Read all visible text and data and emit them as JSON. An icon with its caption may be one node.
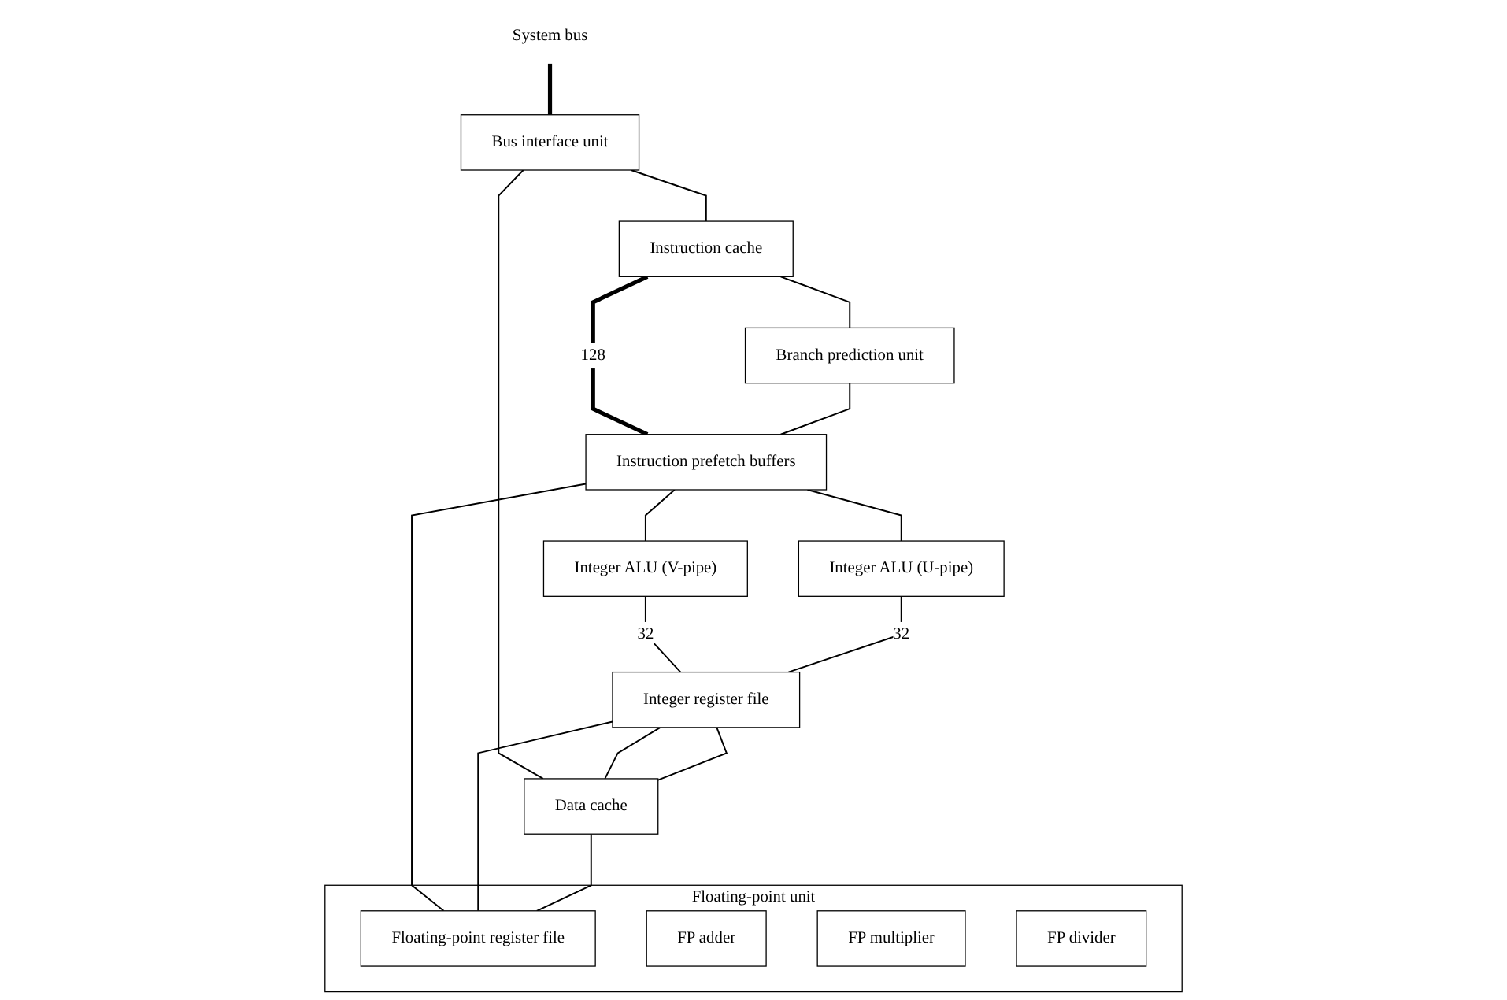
{
  "diagram": {
    "nodes": [
      {
        "text": [
          "System bus"
        ]
      },
      {
        "text": [
          "Bus interface unit"
        ]
      },
      {
        "text": [
          "Instruction cache"
        ]
      },
      {
        "text": [
          "Branch prediction unit"
        ]
      },
      {
        "text": [
          "Instruction prefetch buffers"
        ]
      },
      {
        "text": [
          "Integer ALU (V-pipe)"
        ]
      },
      {
        "text": [
          "Integer ALU (U-pipe)"
        ]
      },
      {
        "text": [
          "Integer register file"
        ]
      },
      {
        "text": [
          "Data cache"
        ]
      },
      {
        "text": [
          "Floating-point unit"
        ]
      },
      {
        "text": [
          "Floating-point register file"
        ],
        "in": 9
      },
      {
        "text": [
          "FP adder"
        ],
        "in": 9
      },
      {
        "text": [
          "FP multiplier"
        ],
        "in": 9
      },
      {
        "text": [
          "FP divider"
        ],
        "in": 9
      }
    ],
    "edges": [
      {
        "from": 0,
        "to": 1,
        "arrow": "none",
        "style": "thick"
      },
      {
        "from": 1,
        "to": 2,
        "arrow": "none"
      },
      {
        "from": 1,
        "to": 8,
        "arrow": "none"
      },
      {
        "from": 2,
        "to": 3,
        "arrow": "none"
      },
      {
        "from": 2,
        "to": 4,
        "arrow": "none",
        "label": "128",
        "style": "thick"
      },
      {
        "from": 3,
        "to": 4,
        "arrow": "none"
      },
      {
        "from": 4,
        "to": 5,
        "arrow": "none"
      },
      {
        "from": 4,
        "to": 6,
        "arrow": "none"
      },
      {
        "from": 4,
        "to": 10,
        "arrow": "none"
      },
      {
        "from": 5,
        "to": 7,
        "arrow": "none",
        "label": "32"
      },
      {
        "from": 6,
        "to": 7,
        "arrow": "none",
        "label": "32"
      },
      {
        "from": 7,
        "to": 8,
        "arrow": "none"
      },
      {
        "from": 7,
        "to": 8,
        "arrow": "none"
      },
      {
        "from": 7,
        "to": 10,
        "arrow": "none"
      },
      {
        "from": 8,
        "to": 10,
        "arrow": "none"
      }
    ]
  }
}
